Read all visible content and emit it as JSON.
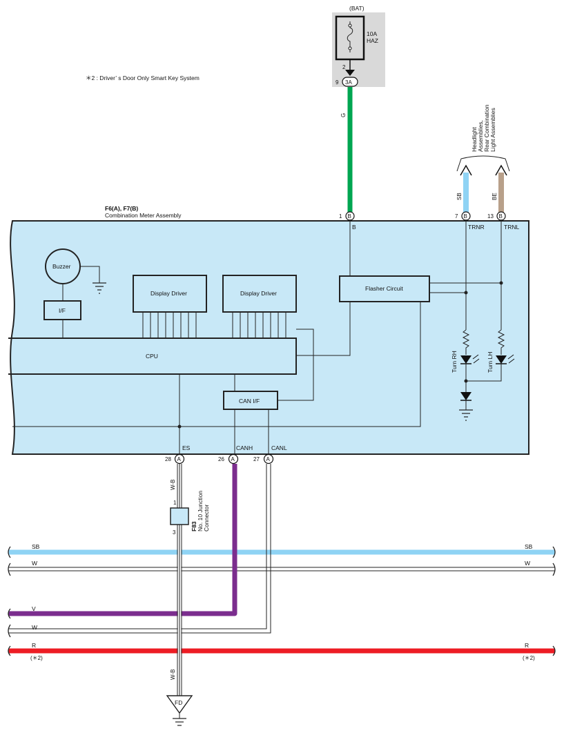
{
  "fuse": {
    "source": "(BAT)",
    "rating": "10A",
    "name": "HAZ",
    "pin": "2"
  },
  "top_connector": {
    "pin": "9",
    "id": "3A"
  },
  "note": "＊2 : Driver’ s Door Only Smart Key System",
  "wire_colors": {
    "G": "#00a651",
    "SB": "#8fd3f4",
    "BE": "#b8a08a",
    "V": "#7b2d8e",
    "R": "#ed1c24",
    "W": "#ffffff",
    "WB": "#ffffff"
  },
  "meter": {
    "title": "F6(A), F7(B)",
    "subtitle": "Combination Meter Assembly",
    "buzzer": "Buzzer",
    "if_label": "I/F",
    "display_driver_1": "Display Driver",
    "display_driver_2": "Display Driver",
    "flasher": "Flasher Circuit",
    "cpu": "CPU",
    "can_if": "CAN I/F",
    "turn_rh": "Turn RH",
    "turn_lh": "Turn LH"
  },
  "top_pins": [
    {
      "num": "1",
      "conn": "B",
      "signal": "B"
    },
    {
      "num": "7",
      "conn": "B",
      "signal": "TRNR"
    },
    {
      "num": "13",
      "conn": "B",
      "signal": "TRNL"
    }
  ],
  "bottom_pins": [
    {
      "num": "28",
      "conn": "A",
      "signal": "ES"
    },
    {
      "num": "26",
      "conn": "A",
      "signal": "CANH"
    },
    {
      "num": "27",
      "conn": "A",
      "signal": "CANL"
    }
  ],
  "wire_labels": {
    "g": "G",
    "sb": "SB",
    "be": "BE",
    "wb_top": "W-B",
    "wb_bottom": "W-B"
  },
  "destination": [
    "Headlight",
    "Assemblies,",
    "Rear Combination",
    "Light Assemblies"
  ],
  "junction": {
    "id": "F83",
    "line1": "No. 10 Junction",
    "line2": "Connector",
    "pin_top": "1",
    "pin_bottom": "3"
  },
  "ground": "FD",
  "bus_lines": [
    {
      "left": "SB",
      "right": "SB"
    },
    {
      "left": "W",
      "right": "W"
    },
    {
      "left": "V",
      "right": ""
    },
    {
      "left": "W",
      "right": ""
    },
    {
      "left": "R",
      "right": "R"
    }
  ],
  "star_note": "(＊2)"
}
